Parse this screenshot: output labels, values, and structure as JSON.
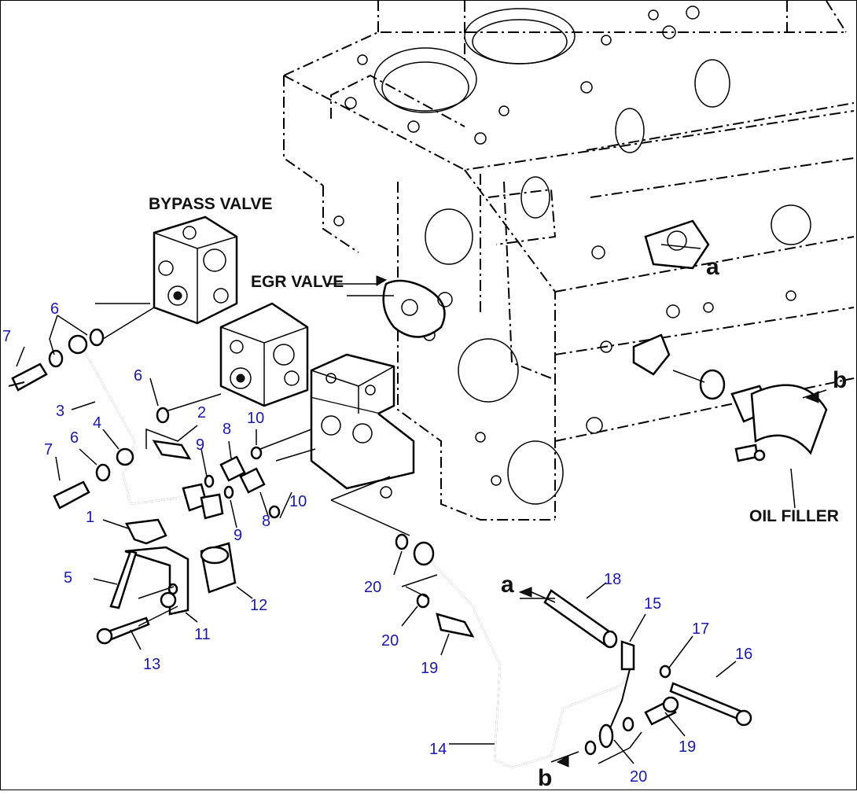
{
  "labels": {
    "bypass_valve": "BYPASS VALVE",
    "egr_valve": "EGR VALVE",
    "oil_filler": "OIL FILLER",
    "ref_a": "a",
    "ref_b": "b"
  },
  "callouts": {
    "n1": "1",
    "n2": "2",
    "n3": "3",
    "n4": "4",
    "n5": "5",
    "n6a": "6",
    "n6b": "6",
    "n6c": "6",
    "n7a": "7",
    "n7b": "7",
    "n8a": "8",
    "n8b": "8",
    "n9a": "9",
    "n9b": "9",
    "n10a": "10",
    "n10b": "10",
    "n11": "11",
    "n12": "12",
    "n13": "13",
    "n14": "14",
    "n15": "15",
    "n16": "16",
    "n17": "17",
    "n18": "18",
    "n19a": "19",
    "n19b": "19",
    "n20a": "20",
    "n20b": "20",
    "n20c": "20"
  },
  "colors": {
    "callout": "#1a1aa8",
    "line": "#000000",
    "background": "#ffffff"
  }
}
